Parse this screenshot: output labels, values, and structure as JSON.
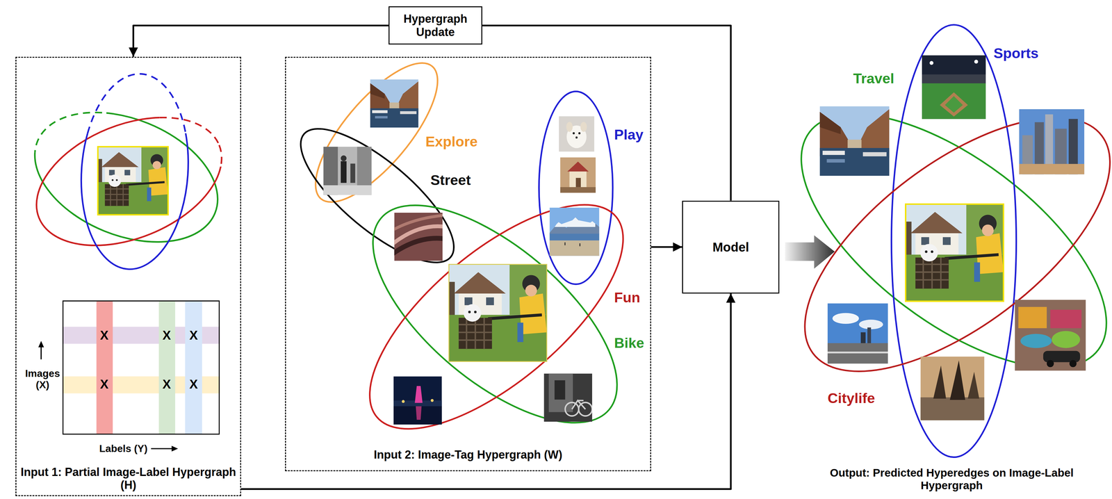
{
  "diagram": {
    "nodes": [
      {
        "text": [
          "Input 1: Partial Image-Label Hypergraph (H)"
        ]
      },
      {
        "text": [
          "X",
          "X",
          "X",
          "X",
          "X",
          "X"
        ],
        "in": 0
      },
      {
        "text": [
          "Hypergraph Update"
        ]
      },
      {
        "text": [
          "Input 2: Image-Tag Hypergraph (W)"
        ]
      },
      {
        "text": [
          "Model"
        ]
      }
    ],
    "edges": [
      {
        "from": 4,
        "to": 2,
        "arrow": "none"
      },
      {
        "from": 2,
        "to": 0,
        "arrow": "to"
      },
      {
        "from": 3,
        "to": 4,
        "arrow": "to"
      },
      {
        "from": 0,
        "to": 4,
        "arrow": "to"
      }
    ],
    "labels": [
      "Images (X)",
      "Labels (Y)",
      "Explore",
      "Street",
      "Play",
      "Fun",
      "Bike",
      "Travel",
      "Sports",
      "Citylife",
      "Output: Predicted Hyperedges on Image-Label Hypergraph"
    ]
  }
}
